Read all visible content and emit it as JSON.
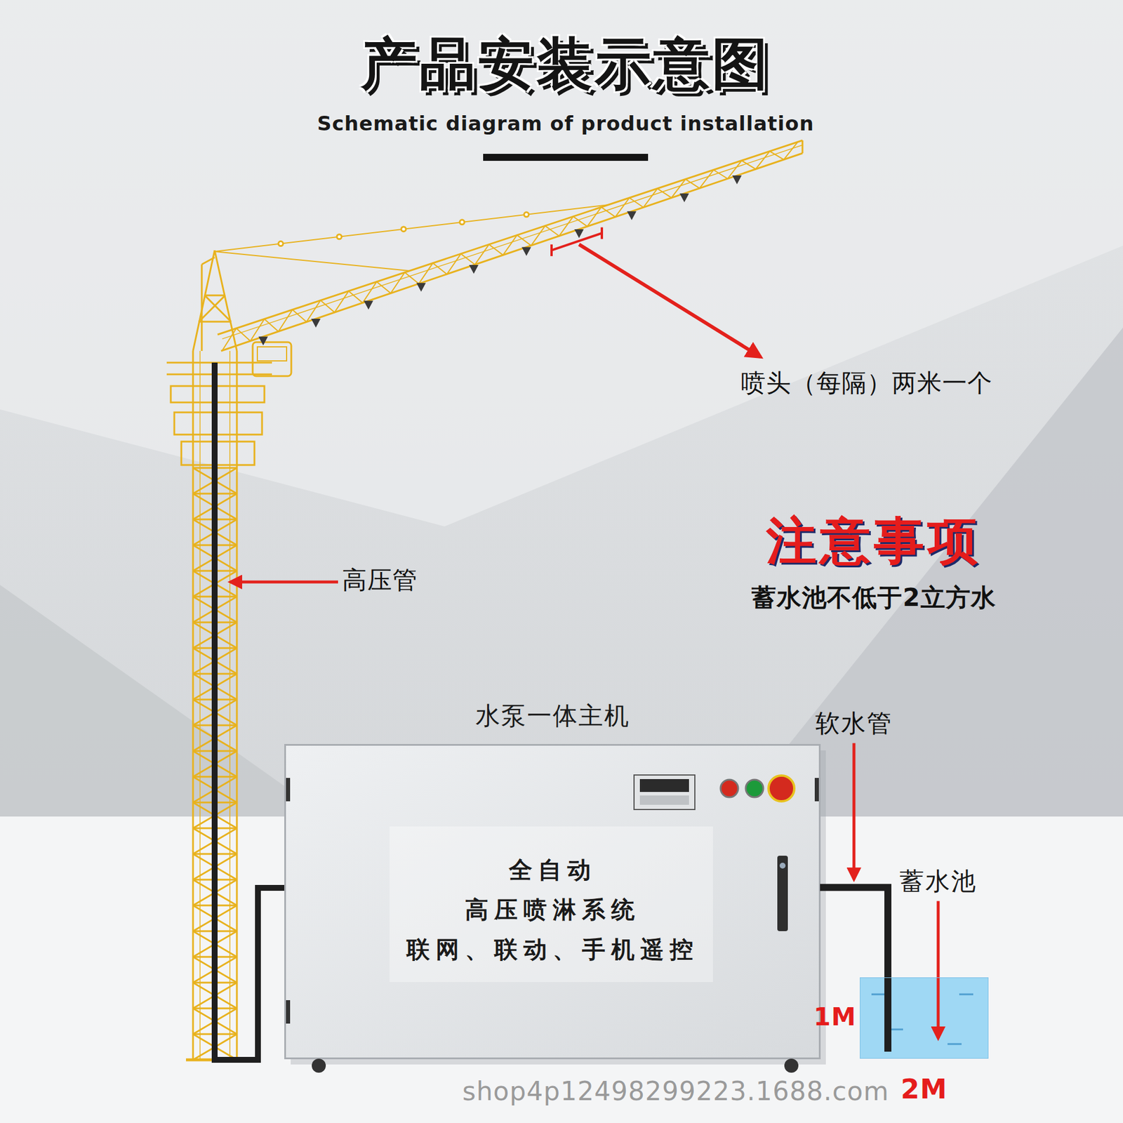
{
  "diagram": {
    "title": "产品安装示意图",
    "nodes": [
      {
        "text": [
          "水泵一体主机",
          "全自动",
          "高压喷淋系统",
          "联网、联动、手机遥控"
        ]
      },
      {
        "text": [
          "蓄水池"
        ]
      }
    ],
    "edges": [
      {
        "from": 0,
        "to": 1,
        "arrow": "none",
        "label": "软水管"
      }
    ],
    "labels": [
      "Schematic diagram of product installation",
      "喷头（每隔）两米一个",
      "高压管",
      "注意事项",
      "蓄水池不低于2立方水",
      "1M",
      "2M",
      "shop4p12498299223.1688.com"
    ]
  }
}
